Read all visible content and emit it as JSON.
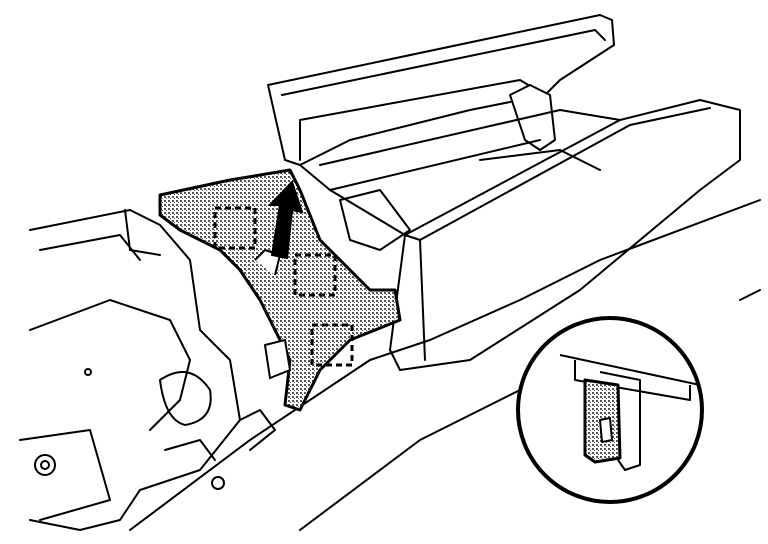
{
  "illustration": {
    "subject": "console-lid-finisher-removal",
    "colors": {
      "line": "#000000",
      "background": "#ffffff",
      "hatch": "#888888"
    },
    "callouts": [
      {
        "id": "clip-1"
      },
      {
        "id": "clip-2"
      },
      {
        "id": "clip-3"
      }
    ],
    "detail_view": {
      "shape": "circle"
    }
  }
}
